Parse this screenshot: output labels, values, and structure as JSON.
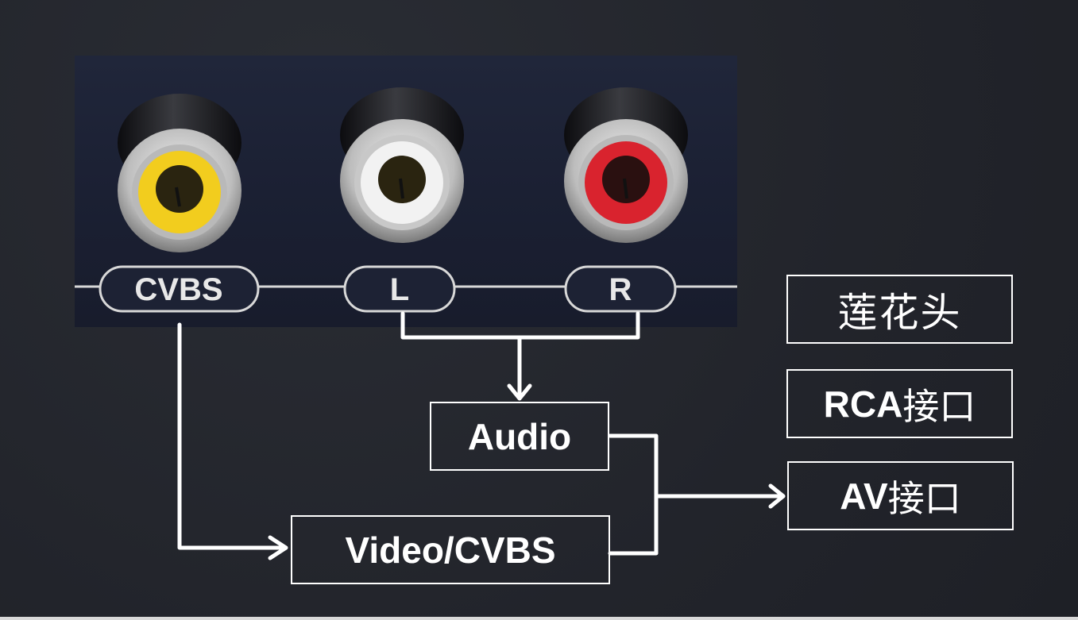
{
  "panel": {
    "labels": {
      "cvbs": "CVBS",
      "left": "L",
      "right": "R"
    },
    "jack_colors": {
      "cvbs": "#f2cd1e",
      "left": "#f2f2f2",
      "right": "#d9232e"
    }
  },
  "boxes": {
    "audio": "Audio",
    "video": "Video/CVBS",
    "lotus": "莲花头",
    "rca": {
      "prefix": "RCA",
      "suffix": "接口"
    },
    "av": {
      "prefix": "AV",
      "suffix": "接口"
    }
  },
  "colors": {
    "background": "#23252c",
    "line": "#ffffff"
  }
}
